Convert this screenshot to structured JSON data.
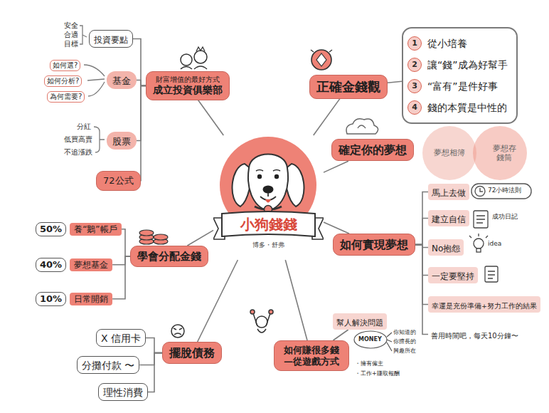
{
  "diagram": {
    "nodes": [
      {
        "text": [
          "小狗錢錢",
          "博多・舒弗"
        ]
      },
      {
        "text": [
          "財富增值的最好方式",
          "成立投資俱樂部"
        ]
      },
      {
        "text": [
          "投資要點"
        ]
      },
      {
        "text": [
          "基金"
        ]
      },
      {
        "text": [
          "股票"
        ]
      },
      {
        "text": [
          "72公式"
        ]
      },
      {
        "text": [
          "正確金錢觀"
        ]
      },
      {
        "text": [
          "從小培養",
          "讓“錢”成為好幫手",
          "“富有”是件好事",
          "錢的本質是中性的"
        ]
      },
      {
        "text": [
          "確定你的夢想"
        ]
      },
      {
        "text": [
          "夢想相簿"
        ]
      },
      {
        "text": [
          "夢想存錢筒"
        ]
      },
      {
        "text": [
          "如何實現夢想"
        ]
      },
      {
        "text": [
          "馬上去做"
        ]
      },
      {
        "text": [
          "建立自信"
        ]
      },
      {
        "text": [
          "No抱怨"
        ]
      },
      {
        "text": [
          "一定要堅持"
        ]
      },
      {
        "text": [
          "幸運是充份準備+努力工作的結果"
        ]
      },
      {
        "text": [
          "善用時間吧，每天10分鐘〜"
        ]
      },
      {
        "text": [
          "如何賺很多錢 —從遊戲方式"
        ]
      },
      {
        "text": [
          "幫人解決問題"
        ]
      },
      {
        "text": [
          "學會分配金錢"
        ]
      },
      {
        "text": [
          "50%",
          "養“鵝”帳戶"
        ]
      },
      {
        "text": [
          "40%",
          "夢想基金"
        ]
      },
      {
        "text": [
          "10%",
          "日常開銷"
        ]
      },
      {
        "text": [
          "擺脫債務"
        ]
      },
      {
        "text": [
          "X 信用卡"
        ]
      },
      {
        "text": [
          "分攤付款 〜"
        ]
      },
      {
        "text": [
          "理性消費"
        ]
      }
    ],
    "edges": [
      {
        "from": 0,
        "to": 1,
        "arrow": "none"
      },
      {
        "from": 1,
        "to": 2,
        "arrow": "none"
      },
      {
        "from": 1,
        "to": 3,
        "arrow": "none"
      },
      {
        "from": 1,
        "to": 4,
        "arrow": "none"
      },
      {
        "from": 1,
        "to": 5,
        "arrow": "none"
      },
      {
        "from": 0,
        "to": 6,
        "arrow": "none"
      },
      {
        "from": 6,
        "to": 7,
        "arrow": "none"
      },
      {
        "from": 0,
        "to": 8,
        "arrow": "none"
      },
      {
        "from": 0,
        "to": 11,
        "arrow": "none"
      },
      {
        "from": 11,
        "to": 12,
        "arrow": "none"
      },
      {
        "from": 11,
        "to": 13,
        "arrow": "none"
      },
      {
        "from": 11,
        "to": 14,
        "arrow": "none"
      },
      {
        "from": 11,
        "to": 15,
        "arrow": "none"
      },
      {
        "from": 11,
        "to": 16,
        "arrow": "none"
      },
      {
        "from": 11,
        "to": 17,
        "arrow": "none"
      },
      {
        "from": 0,
        "to": 18,
        "arrow": "none"
      },
      {
        "from": 18,
        "to": 19,
        "arrow": "none"
      },
      {
        "from": 0,
        "to": 20,
        "arrow": "none"
      },
      {
        "from": 20,
        "to": 21,
        "arrow": "none"
      },
      {
        "from": 20,
        "to": 22,
        "arrow": "none"
      },
      {
        "from": 20,
        "to": 23,
        "arrow": "none"
      },
      {
        "from": 0,
        "to": 24,
        "arrow": "none"
      },
      {
        "from": 24,
        "to": 25,
        "arrow": "none"
      },
      {
        "from": 24,
        "to": 26,
        "arrow": "none"
      },
      {
        "from": 24,
        "to": 27,
        "arrow": "none"
      }
    ],
    "labels": [
      "安全",
      "合適",
      "目標",
      "如何選?",
      "如何分析?",
      "為何需要?",
      "分紅",
      "低買高賣",
      "不追漲跌",
      "1",
      "2",
      "3",
      "4",
      "72小時法則",
      "成功日記",
      "idea",
      "MONEY",
      "你知道的",
      "你擅長的",
      "興趣所在",
      "・擁有僱主",
      "・工作+賺取報酬"
    ]
  }
}
